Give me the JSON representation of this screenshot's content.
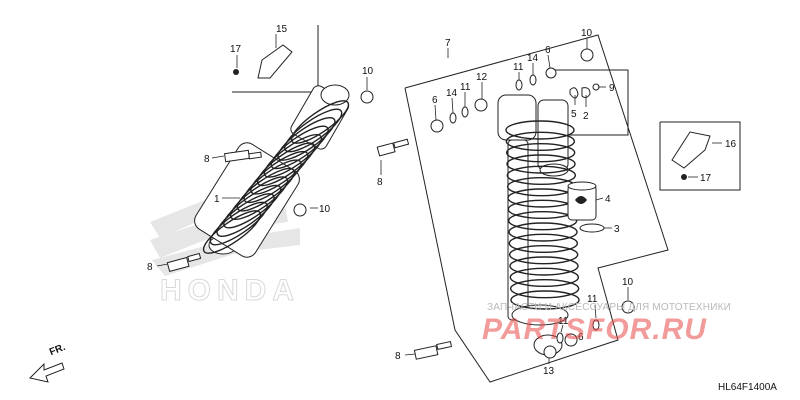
{
  "diagram": {
    "code": "HL64F1400A",
    "direction_label": "FR.",
    "brand_text": "HONDA",
    "watermark_top": "ЗАПЧАСТИ И АКСЕССУАРЫ ДЛЯ МОТОТЕХНИКИ",
    "watermark_main": "PARTSFOR.RU",
    "callouts": {
      "c1": "1",
      "c2": "2",
      "c3": "3",
      "c4": "4",
      "c5": "5",
      "c6a": "6",
      "c6b": "6",
      "c6c": "6",
      "c7": "7",
      "c8a": "8",
      "c8b": "8",
      "c8c": "8",
      "c8d": "8",
      "c9": "9",
      "c10a": "10",
      "c10b": "10",
      "c10c": "10",
      "c10d": "10",
      "c11a": "11",
      "c11b": "11",
      "c11c": "11",
      "c11d": "11",
      "c12": "12",
      "c13": "13",
      "c14a": "14",
      "c14b": "14",
      "c15": "15",
      "c16": "16",
      "c17a": "17",
      "c17b": "17"
    }
  }
}
